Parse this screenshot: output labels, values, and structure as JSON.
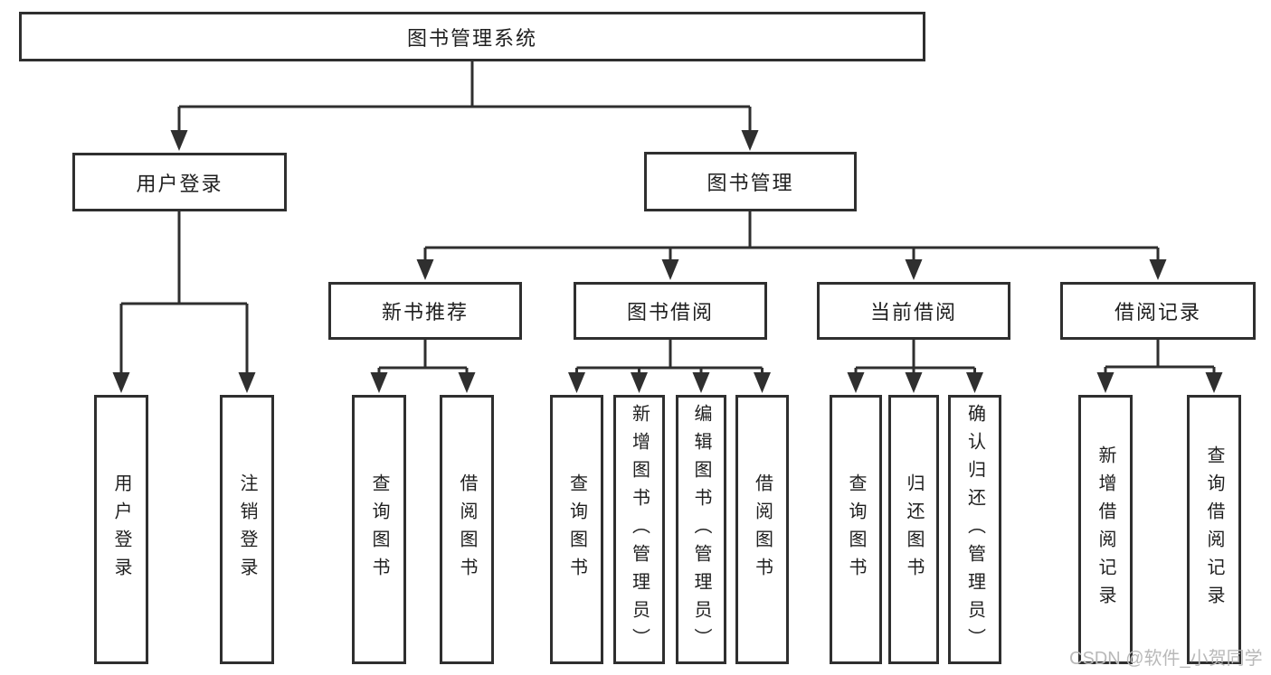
{
  "diagram": {
    "root": {
      "label": "图书管理系统"
    },
    "level2": [
      {
        "id": "user-login",
        "label": "用户登录"
      },
      {
        "id": "book-management",
        "label": "图书管理"
      }
    ],
    "level3": [
      {
        "id": "new-book-recommend",
        "label": "新书推荐"
      },
      {
        "id": "book-borrowing",
        "label": "图书借阅"
      },
      {
        "id": "current-borrowing",
        "label": "当前借阅"
      },
      {
        "id": "borrowing-records",
        "label": "借阅记录"
      }
    ],
    "leaves": [
      {
        "group": "user-login",
        "label": "用户登录"
      },
      {
        "group": "user-login",
        "label": "注销登录"
      },
      {
        "group": "new-book-recommend",
        "label": "查询图书"
      },
      {
        "group": "new-book-recommend",
        "label": "借阅图书"
      },
      {
        "group": "book-borrowing",
        "label": "查询图书"
      },
      {
        "group": "book-borrowing",
        "label": "新增图书（管理员）"
      },
      {
        "group": "book-borrowing",
        "label": "编辑图书（管理员）"
      },
      {
        "group": "book-borrowing",
        "label": "借阅图书"
      },
      {
        "group": "current-borrowing",
        "label": "查询图书"
      },
      {
        "group": "current-borrowing",
        "label": "归还图书"
      },
      {
        "group": "current-borrowing",
        "label": "确认归还（管理员）"
      },
      {
        "group": "borrowing-records",
        "label": "新增借阅记录"
      },
      {
        "group": "borrowing-records",
        "label": "查询借阅记录"
      }
    ]
  },
  "watermark": {
    "text": "CSDN @软件_小贺同学"
  },
  "colors": {
    "line": "#2f2f2f",
    "box_border": "#2f2f2f",
    "text": "#1f1f1f",
    "watermark": "#b9b9b9",
    "background": "#ffffff"
  }
}
